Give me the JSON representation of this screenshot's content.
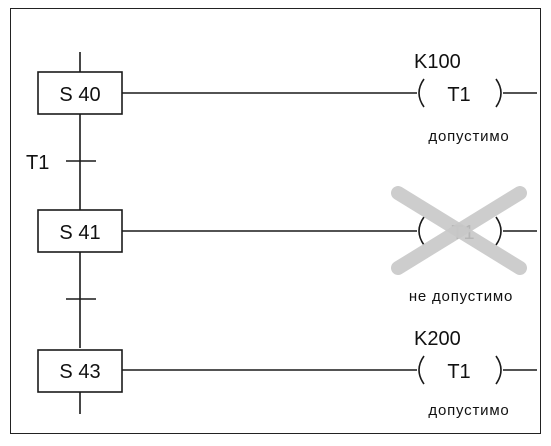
{
  "colors": {
    "line": "#1a1a1a",
    "cross": "#c8c8c8",
    "background": "#ffffff"
  },
  "steps": [
    {
      "label": "S 40"
    },
    {
      "label": "S 41"
    },
    {
      "label": "S 43"
    }
  ],
  "transitions": [
    {
      "label": "T1"
    },
    {
      "label": ""
    }
  ],
  "outputs": [
    {
      "constant": "K100",
      "coil": "T1",
      "status": "допустимо",
      "crossed": false
    },
    {
      "constant": "",
      "coil": "T1",
      "status": "не допустимо",
      "crossed": true
    },
    {
      "constant": "K200",
      "coil": "T1",
      "status": "допустимо",
      "crossed": false
    }
  ]
}
